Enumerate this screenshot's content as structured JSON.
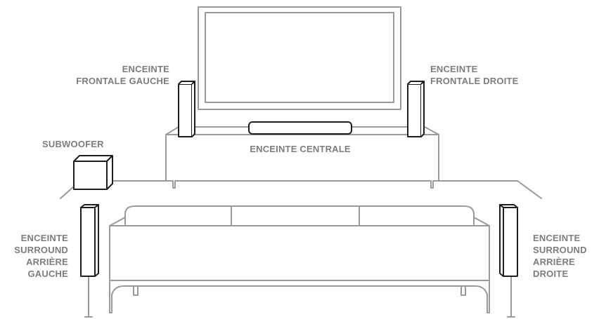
{
  "labels": {
    "front_left": [
      "ENCEINTE",
      "FRONTALE GAUCHE"
    ],
    "front_right": [
      "ENCEINTE",
      "FRONTALE DROITE"
    ],
    "subwoofer": "SUBWOOFER",
    "center": "ENCEINTE CENTRALE",
    "surround_left": [
      "ENCEINTE",
      "SURROUND",
      "ARRIÈRE",
      "GAUCHE"
    ],
    "surround_right": [
      "ENCEINTE",
      "SURROUND",
      "ARRIÈRE",
      "DROITE"
    ]
  },
  "colors": {
    "line": "#9a9a9a",
    "speaker_fill": "#ffffff",
    "text": "#7d7d7d"
  }
}
